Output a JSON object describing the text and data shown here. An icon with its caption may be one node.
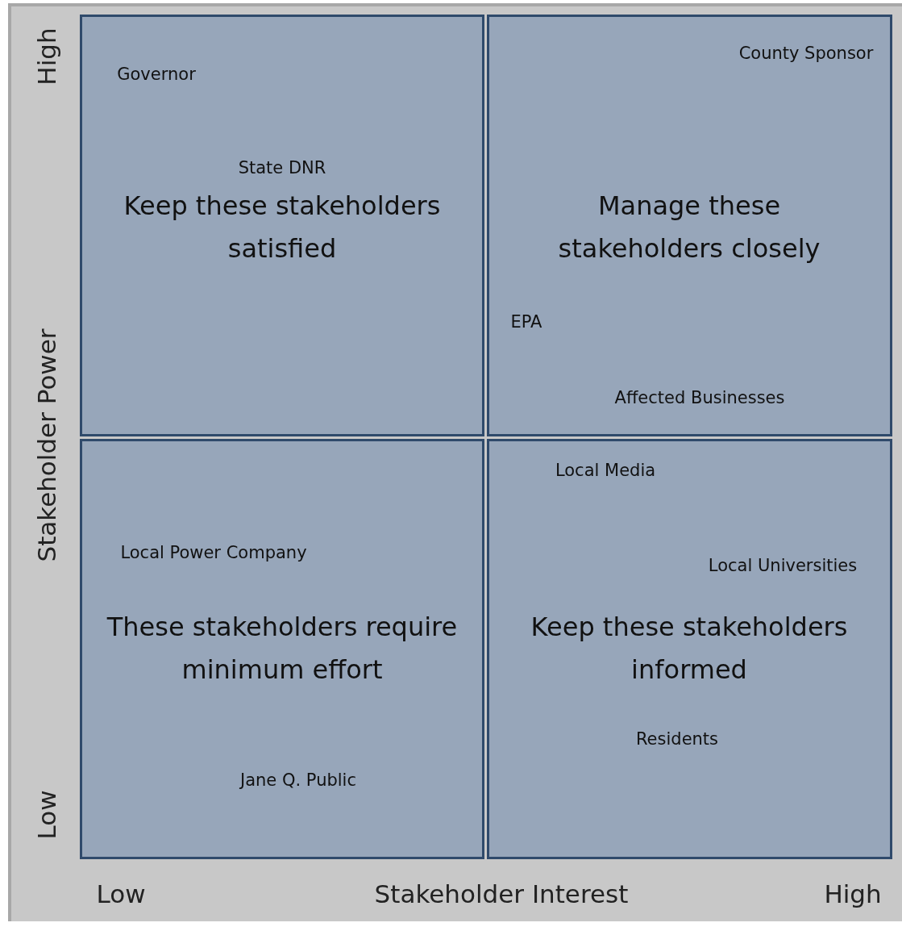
{
  "diagram": {
    "nodes": [
      {
        "text": [
          "Governor",
          "State DNR",
          "Keep these stakeholders satisfied"
        ]
      },
      {
        "text": [
          "County Sponsor",
          "Manage these stakeholders closely",
          "EPA",
          "Affected Businesses"
        ]
      },
      {
        "text": [
          "Local Power Company",
          "These stakeholders require minimum effort",
          "Jane Q. Public"
        ]
      },
      {
        "text": [
          "Local Media",
          "Local Universities",
          "Keep these stakeholders informed",
          "Residents"
        ]
      }
    ],
    "labels": [
      "High",
      "Stakeholder Power",
      "Low",
      "Low",
      "Stakeholder Interest",
      "High"
    ]
  }
}
